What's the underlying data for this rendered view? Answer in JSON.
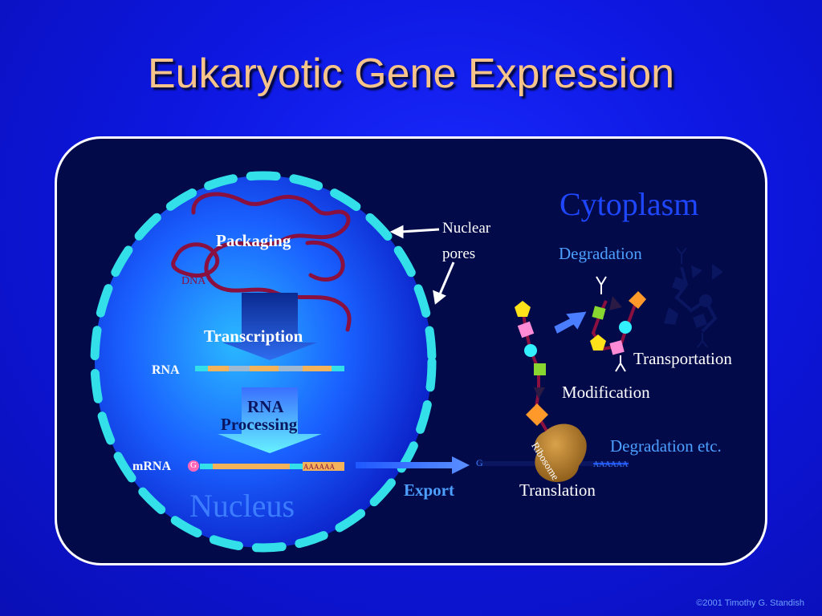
{
  "title": "Eukaryotic Gene Expression",
  "labels": {
    "cytoplasm": "Cytoplasm",
    "nucleus": "Nucleus",
    "packaging": "Packaging",
    "dna": "DNA",
    "transcription": "Transcription",
    "rna": "RNA",
    "rna_processing_line1": "RNA",
    "rna_processing_line2": "Processing",
    "mrna": "mRNA",
    "cap": "G",
    "poly_a": "AAAAAA",
    "export": "Export",
    "nuclear_pores_line1": "Nuclear",
    "nuclear_pores_line2": "pores",
    "ribosome": "Ribosome",
    "translation": "Translation",
    "modification": "Modification",
    "transportation": "Transportation",
    "degradation": "Degradation",
    "degradation_etc": "Degradation etc."
  },
  "footer": "©2001 Timothy G. Standish",
  "colors": {
    "title": "#f6c48a",
    "nuclear_envelope": "#33e0ea",
    "dna_strand": "#8a1040",
    "panel_border": "#ffffff"
  }
}
